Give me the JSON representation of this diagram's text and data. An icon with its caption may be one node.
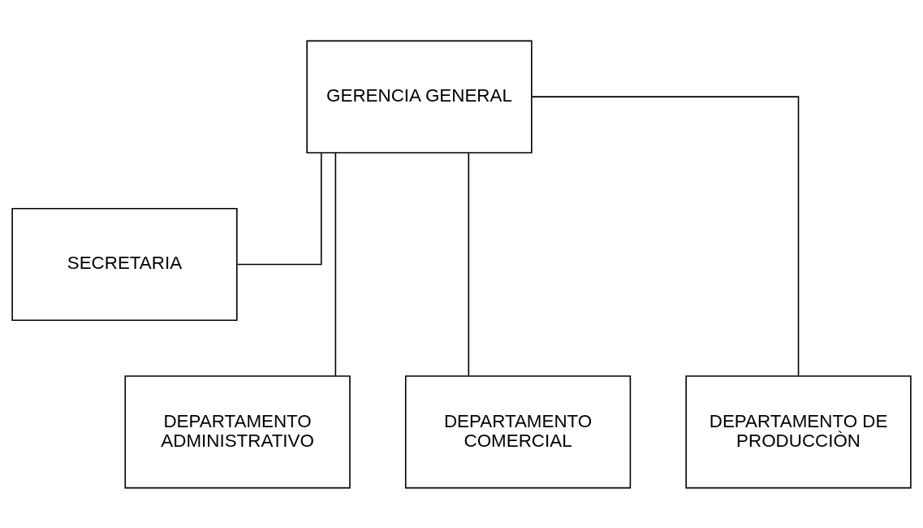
{
  "diagram": {
    "nodes": [
      {
        "text": [
          "GERENCIA GENERAL"
        ]
      },
      {
        "text": [
          "SECRETARIA"
        ]
      },
      {
        "text": [
          "DEPARTAMENTO ADMINISTRATIVO"
        ]
      },
      {
        "text": [
          "DEPARTAMENTO COMERCIAL"
        ]
      },
      {
        "text": [
          "DEPARTAMENTO DE PRODUCCIÒN"
        ]
      }
    ],
    "edges": [
      {
        "from": 0,
        "to": 1,
        "arrow": "none"
      },
      {
        "from": 0,
        "to": 2,
        "arrow": "none"
      },
      {
        "from": 0,
        "to": 3,
        "arrow": "none"
      },
      {
        "from": 0,
        "to": 4,
        "arrow": "none"
      }
    ]
  }
}
